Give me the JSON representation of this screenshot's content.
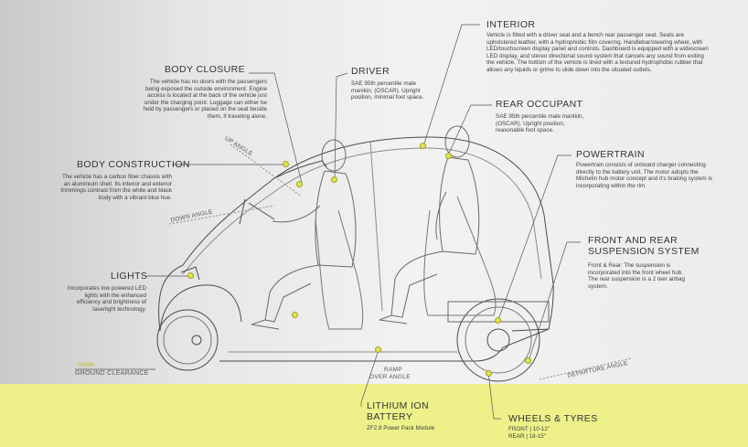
{
  "colors": {
    "accent": "#e3e74a",
    "ground": "#eef08a",
    "line": "#555555"
  },
  "body_closure": {
    "title": "BODY CLOSURE",
    "text": "The vehicle has no doors with the passengers being exposed the outside environment. Engine access is located at the back of the vehicle just under the charging point. Luggage can either be held by passengers or placed on the seat beside them, if traveling alone."
  },
  "body_construction": {
    "title": "BODY CONSTRUCTION",
    "text": "The vehicle has a carbon fiber chassis with an aluminium shell. Its interior and exterior trimmings contrast from the white and black body with a vibrant blue hue."
  },
  "lights": {
    "title": "LIGHTS",
    "text": "Incorporates low powered LED lights with the enhanced efficiency and brightness of laserlight technology."
  },
  "driver": {
    "title": "DRIVER",
    "text": "SAE 95th percentile male manikin, (OSCAR). Upright position, minimal foot space."
  },
  "interior": {
    "title": "INTERIOR",
    "text": "Vehicle is fitted with a driver seat and a bench rear passenger seat. Seats are upholstered leather, with a hydrophobic film covering. Handlebar/steering wheel, with LED/touchscreen display panel and controls. Dashboard is equipped with a widescreen LED display, and stereo directional sound system that cancels any sound from exiting the vehicle. The bottom of the vehicle is lined with a textured hydrophobic rubber that allows any liquids or grime to slide down into the situated outlets."
  },
  "rear_occupant": {
    "title": "REAR OCCUPANT",
    "text": "SAE 95th percentile male manikin, (OSCAR). Upright position, reasonable foot space."
  },
  "powertrain": {
    "title": "POWERTRAIN",
    "text": "Powertrain consists of onboard charger connecting directly to the battery unit. The motor adopts the Michelin hub motor concept and it's braking system is incorporating within the rim."
  },
  "suspension": {
    "title_line1": "FRONT AND REAR",
    "title_line2": "SUSPENSION SYSTEM",
    "text": "Front & Rear: The suspension is incorporated into the front wheel hub. The rear suspension is a 2 teer airbag system."
  },
  "battery": {
    "title_line1": "LITHIUM ION",
    "title_line2": "BATTERY",
    "text": "ZF2.8 Power Pack Module"
  },
  "wheels": {
    "title": "WHEELS & TYRES",
    "front": "FRONT | 10-12\"",
    "rear": "REAR | 18-15\""
  },
  "angles": {
    "up": "UP ANGLE",
    "down": "DOWN ANGLE",
    "ground_value": "15mm",
    "ground": "GROUND CLEARANCE",
    "ramp_line1": "RAMP",
    "ramp_line2": "OVER ANGLE",
    "departure": "DEPARTURE ANGLE"
  }
}
